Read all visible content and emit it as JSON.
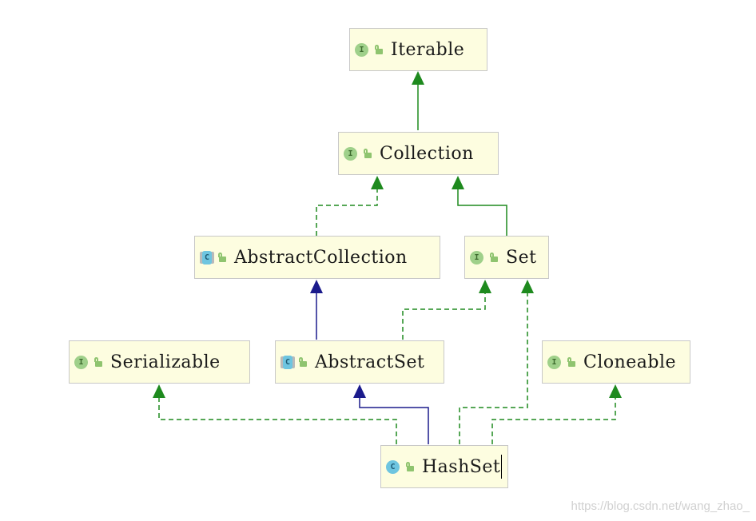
{
  "nodes": {
    "iterable": {
      "label": "Iterable",
      "kind": "I"
    },
    "collection": {
      "label": "Collection",
      "kind": "I"
    },
    "abstract_collection": {
      "label": "AbstractCollection",
      "kind": "C"
    },
    "set": {
      "label": "Set",
      "kind": "I"
    },
    "serializable": {
      "label": "Serializable",
      "kind": "I"
    },
    "abstract_set": {
      "label": "AbstractSet",
      "kind": "C"
    },
    "cloneable": {
      "label": "Cloneable",
      "kind": "I"
    },
    "hashset": {
      "label": "HashSet",
      "kind": "C"
    }
  },
  "colors": {
    "implements": "#1e8a1e",
    "extends_interface": "#1e8a1e",
    "extends_class": "#1b1b8c",
    "node_fill": "#fdfde0",
    "node_border": "#c8c8c8"
  },
  "watermark": "https://blog.csdn.net/wang_zhao_"
}
